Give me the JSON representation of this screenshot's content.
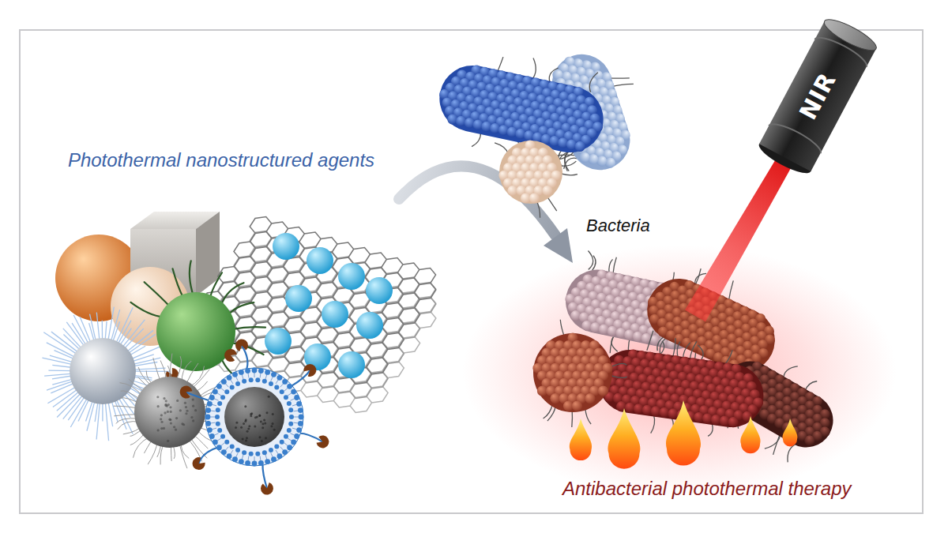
{
  "diagram": {
    "labels": [
      "Photothermal nanostructured agents",
      "Bacteria",
      "NIR",
      "Antibacterial photothermal therapy"
    ]
  }
}
